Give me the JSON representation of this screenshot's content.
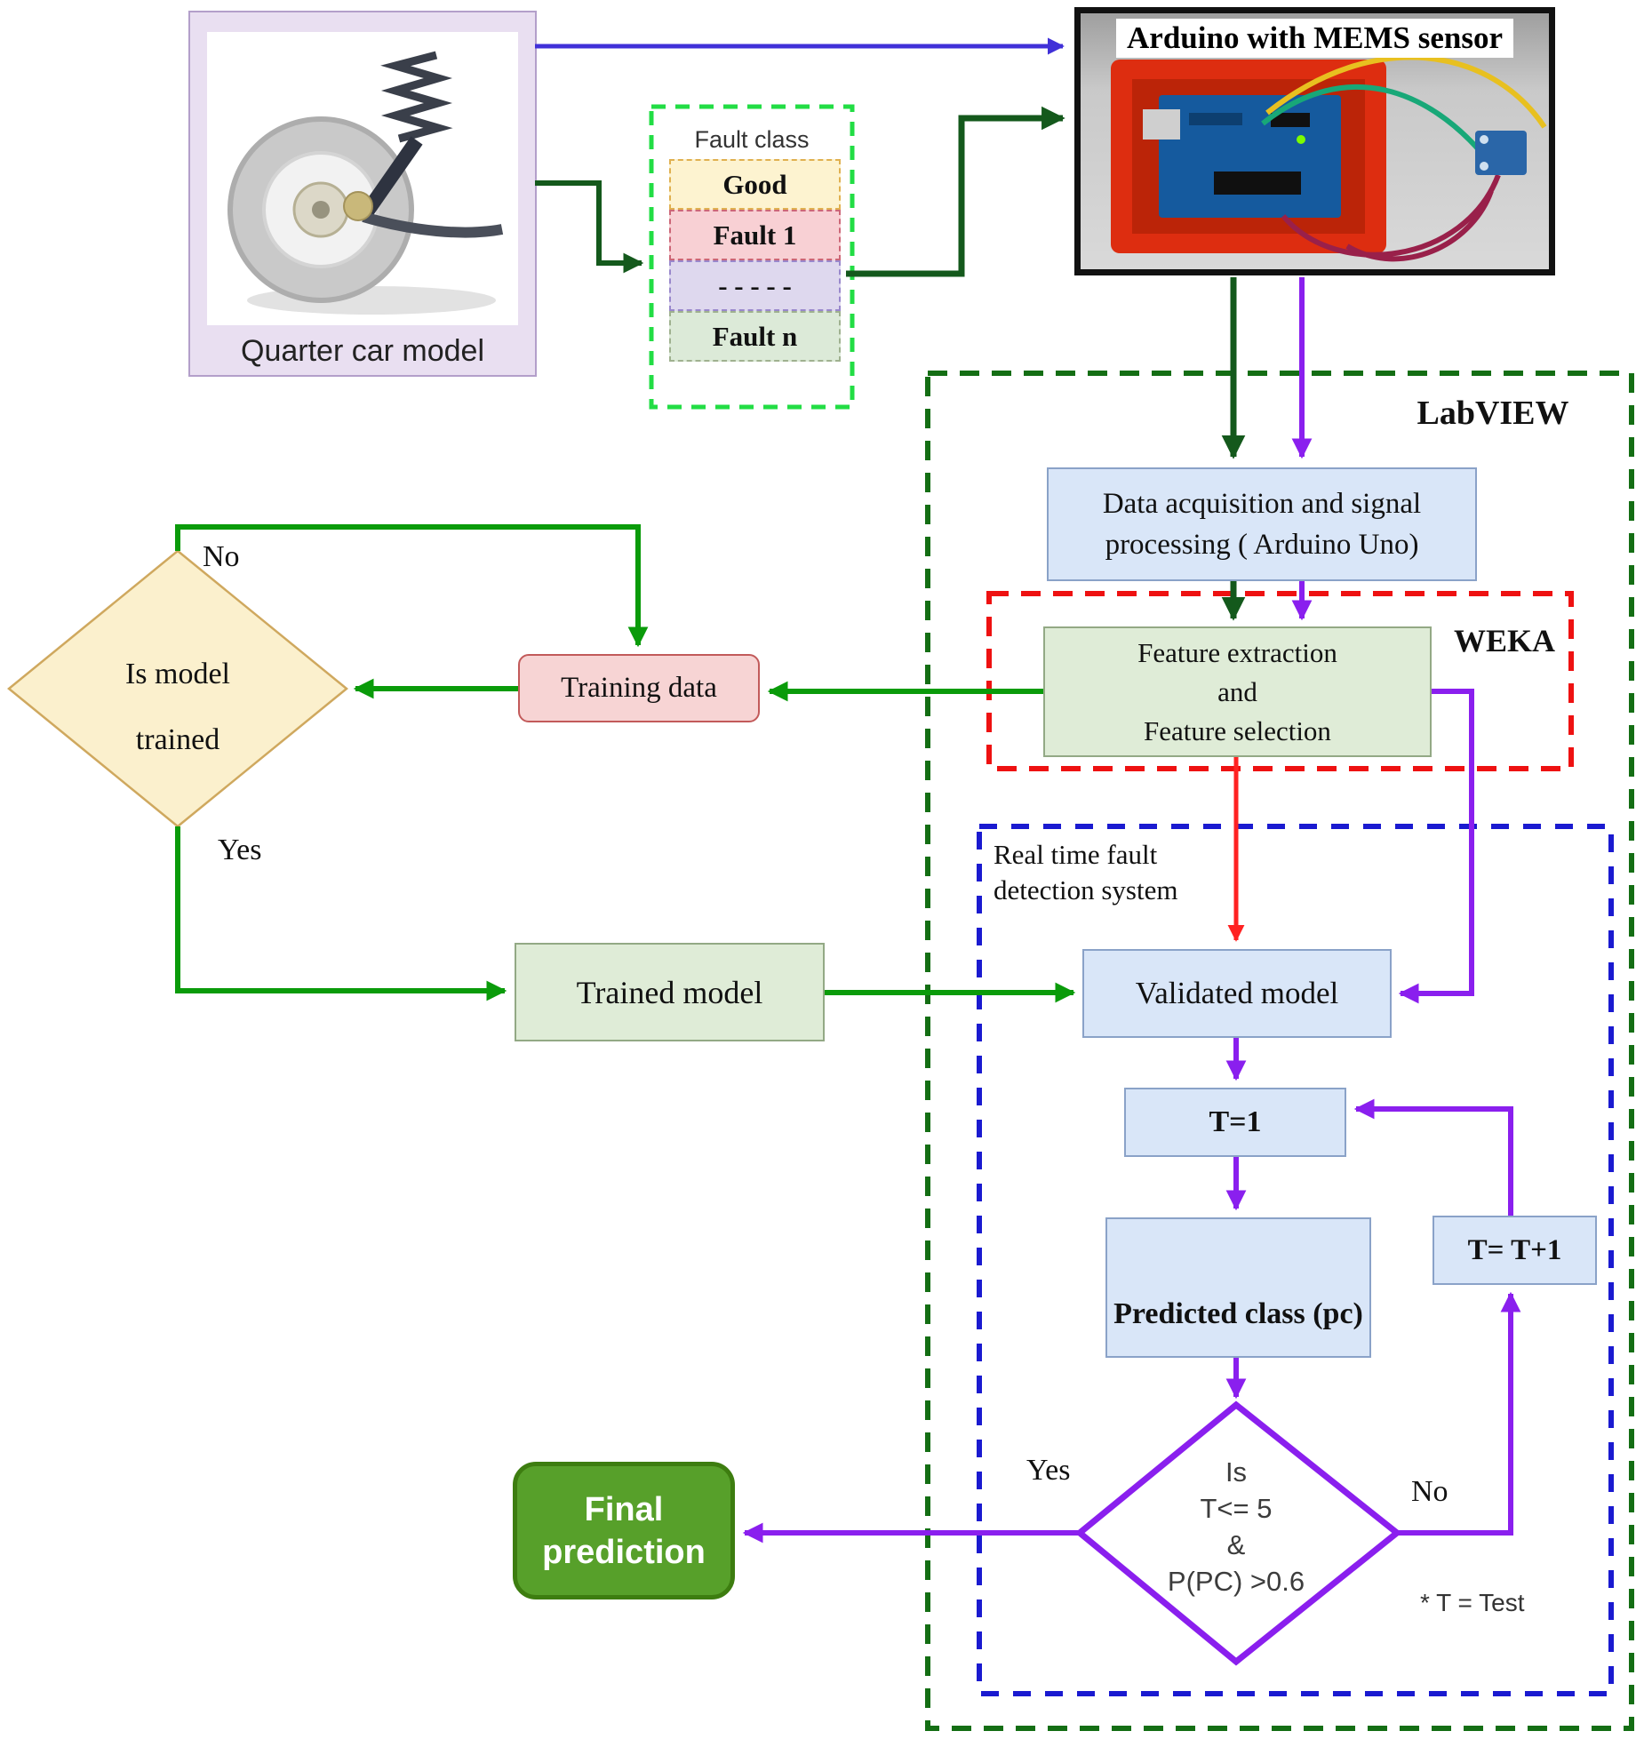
{
  "colors": {
    "flow_green": "#0a9b0a",
    "dark_green": "#14591c",
    "purple_arrow": "#8a1fee",
    "blue_arrow": "#4030d8",
    "red_arrow": "#ff2222",
    "labview_border": "#146e14",
    "weka_border": "#ee1111",
    "realtime_border": "#1a1ad0",
    "fault_class_border": "#22dd44",
    "final_box_fill": "#57a02a",
    "process_box_fill": "#d9e6f8",
    "model_box_fill": "#dfecd7",
    "training_box_fill": "#f7d4d4",
    "decision_diamond_fill": "#fbf0cd"
  },
  "quarter_car": {
    "label": "Quarter car model"
  },
  "fault_class": {
    "title": "Fault class",
    "items": [
      "Good",
      "Fault 1",
      "- - - - -",
      "Fault n"
    ]
  },
  "arduino": {
    "title": "Arduino with MEMS sensor"
  },
  "labview": {
    "label": "LabVIEW"
  },
  "weka": {
    "label": "WEKA"
  },
  "realtime": {
    "line1": "Real time fault",
    "line2": "detection system"
  },
  "boxes": {
    "data_acquisition": "Data acquisition and signal processing ( Arduino Uno)",
    "feature_line1": "Feature extraction",
    "feature_line2": "and",
    "feature_line3": "Feature selection",
    "training_data": "Training data",
    "trained_model": "Trained model",
    "validated_model": "Validated model",
    "t1": "T=1",
    "predicted_class": "Predicted class (pc)",
    "t_plus_1": "T= T+1"
  },
  "diamond_trained": {
    "line1": "Is model",
    "line2": "trained",
    "no_label": "No",
    "yes_label": "Yes"
  },
  "diamond_test": {
    "line1": "Is",
    "line2": "T<= 5",
    "line3": "&",
    "line4": "P(PC) >0.6",
    "yes_label": "Yes",
    "no_label": "No"
  },
  "final_prediction": {
    "line1": "Final",
    "line2": "prediction"
  },
  "note": {
    "text": "* T = Test"
  }
}
